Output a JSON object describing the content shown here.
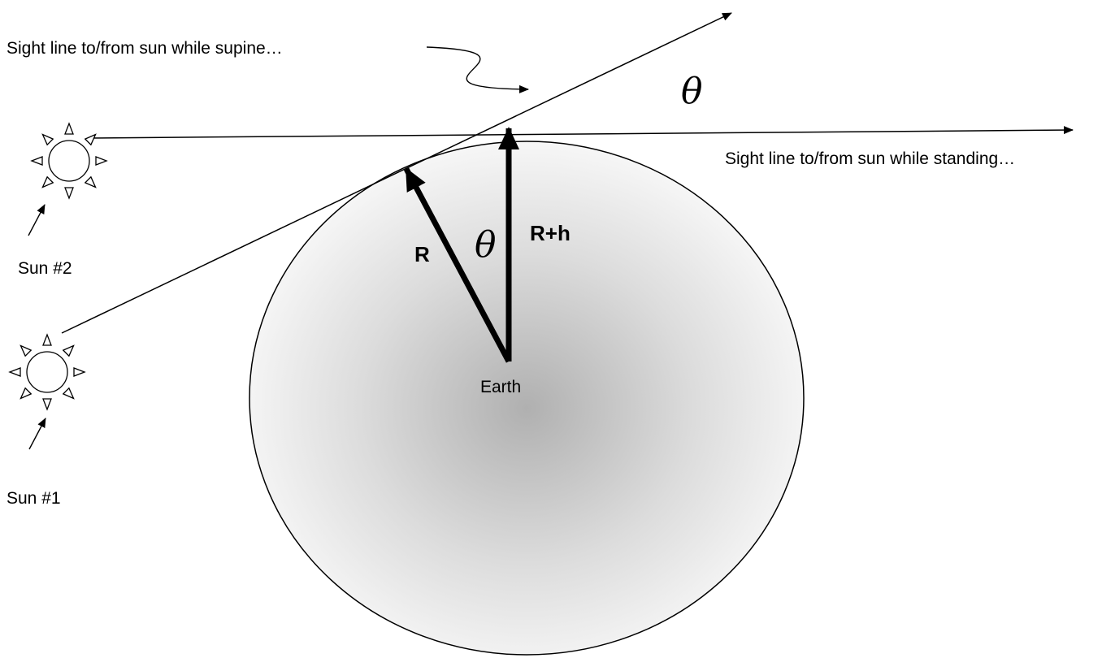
{
  "labels": {
    "supine": "Sight line to/from sun while supine…",
    "standing": "Sight line to/from sun while standing…",
    "sun2": "Sun #2",
    "sun1": "Sun #1",
    "earth": "Earth",
    "radius": "R",
    "radius_plus_h": "R+h",
    "theta_top": "θ",
    "theta_center": "θ"
  },
  "colors": {
    "earth_center": "#b0b0b0",
    "earth_edge": "#ffffff",
    "stroke": "#000000"
  },
  "icons": {
    "sun": "sun-icon",
    "pointer": "arrow-icon"
  }
}
